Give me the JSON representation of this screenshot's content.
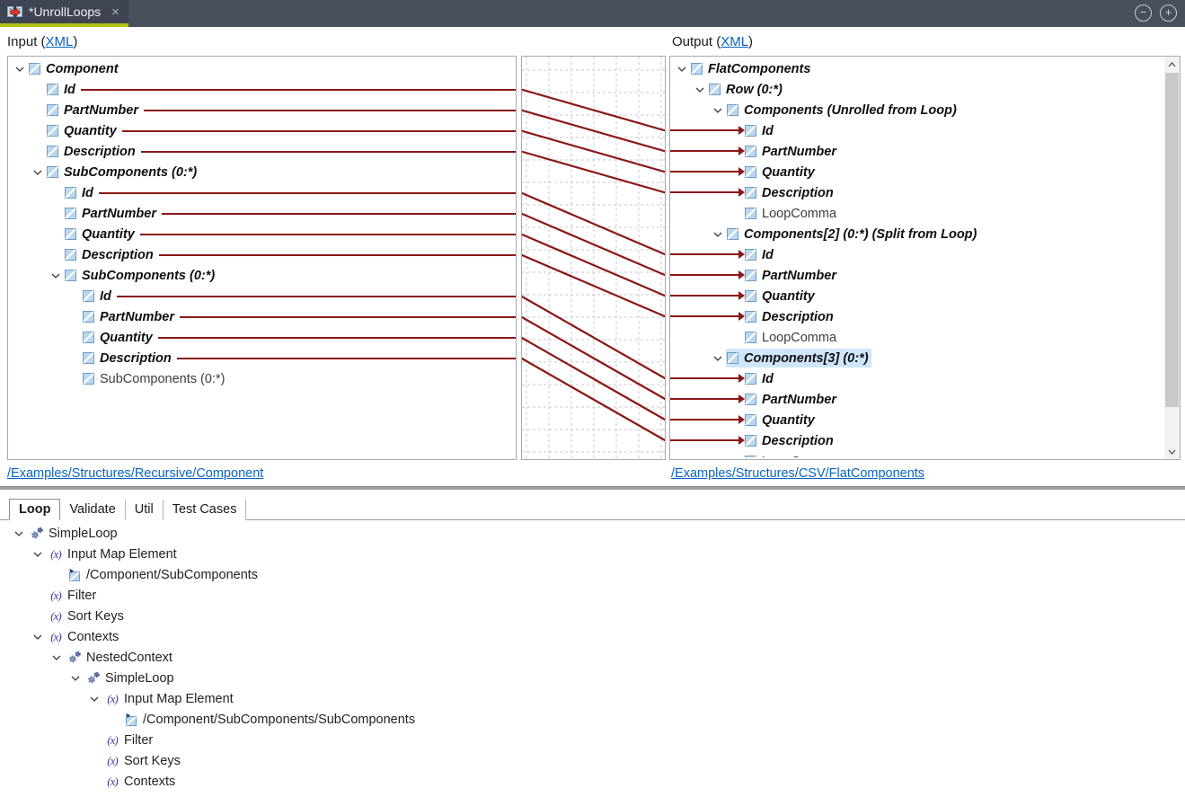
{
  "window": {
    "tab_title": "*UnrollLoops",
    "close_label": "×",
    "zoom_out_label": "−",
    "zoom_in_label": "+"
  },
  "headers": {
    "input_prefix": "Input (",
    "input_link": "XML",
    "input_suffix": ")",
    "output_prefix": "Output (",
    "output_link": "XML",
    "output_suffix": ")"
  },
  "source_links": {
    "input": "/Examples/Structures/Recursive/Component",
    "output": "/Examples/Structures/CSV/FlatComponents"
  },
  "colors": {
    "accent_underline": "#b2c116",
    "map_line": "#8b1717",
    "link": "#0a63c2",
    "selection": "#cfe5fa",
    "titlebar_bg": "#49505d"
  },
  "input_tree": {
    "rows": [
      {
        "indent": 0,
        "expander": true,
        "icon": "element-icon",
        "label": "Component",
        "mapped": true,
        "line": false
      },
      {
        "indent": 1,
        "expander": false,
        "icon": "element-icon",
        "label": "Id",
        "mapped": true,
        "line": true
      },
      {
        "indent": 1,
        "expander": false,
        "icon": "element-icon",
        "label": "PartNumber",
        "mapped": true,
        "line": true
      },
      {
        "indent": 1,
        "expander": false,
        "icon": "element-icon",
        "label": "Quantity",
        "mapped": true,
        "line": true
      },
      {
        "indent": 1,
        "expander": false,
        "icon": "element-icon",
        "label": "Description",
        "mapped": true,
        "line": true
      },
      {
        "indent": 1,
        "expander": true,
        "icon": "element-icon",
        "label": "SubComponents (0:*)",
        "mapped": true,
        "line": false
      },
      {
        "indent": 2,
        "expander": false,
        "icon": "element-icon",
        "label": "Id",
        "mapped": true,
        "line": true
      },
      {
        "indent": 2,
        "expander": false,
        "icon": "element-icon",
        "label": "PartNumber",
        "mapped": true,
        "line": true
      },
      {
        "indent": 2,
        "expander": false,
        "icon": "element-icon",
        "label": "Quantity",
        "mapped": true,
        "line": true
      },
      {
        "indent": 2,
        "expander": false,
        "icon": "element-icon",
        "label": "Description",
        "mapped": true,
        "line": true
      },
      {
        "indent": 2,
        "expander": true,
        "icon": "element-icon",
        "label": "SubComponents (0:*)",
        "mapped": true,
        "line": false
      },
      {
        "indent": 3,
        "expander": false,
        "icon": "element-icon",
        "label": "Id",
        "mapped": true,
        "line": true
      },
      {
        "indent": 3,
        "expander": false,
        "icon": "element-icon",
        "label": "PartNumber",
        "mapped": true,
        "line": true
      },
      {
        "indent": 3,
        "expander": false,
        "icon": "element-icon",
        "label": "Quantity",
        "mapped": true,
        "line": true
      },
      {
        "indent": 3,
        "expander": false,
        "icon": "element-icon",
        "label": "Description",
        "mapped": true,
        "line": true
      },
      {
        "indent": 3,
        "expander": false,
        "icon": "element-icon",
        "label": "SubComponents (0:*)",
        "mapped": false,
        "line": false
      }
    ]
  },
  "output_tree": {
    "rows": [
      {
        "indent": 0,
        "expander": true,
        "icon": "element-icon",
        "label": "FlatComponents",
        "mapped": true
      },
      {
        "indent": 1,
        "expander": true,
        "icon": "element-icon",
        "label": "Row (0:*)",
        "mapped": true
      },
      {
        "indent": 2,
        "expander": true,
        "icon": "element-icon",
        "label": "Components (Unrolled from Loop)",
        "mapped": true
      },
      {
        "indent": 3,
        "expander": false,
        "icon": "element-icon",
        "label": "Id",
        "mapped": true,
        "arrow": true
      },
      {
        "indent": 3,
        "expander": false,
        "icon": "element-icon",
        "label": "PartNumber",
        "mapped": true,
        "arrow": true
      },
      {
        "indent": 3,
        "expander": false,
        "icon": "element-icon",
        "label": "Quantity",
        "mapped": true,
        "arrow": true
      },
      {
        "indent": 3,
        "expander": false,
        "icon": "element-icon",
        "label": "Description",
        "mapped": true,
        "arrow": true
      },
      {
        "indent": 3,
        "expander": false,
        "icon": "element-icon",
        "label": "LoopComma",
        "mapped": false
      },
      {
        "indent": 2,
        "expander": true,
        "icon": "element-icon",
        "label": "Components[2] (0:*) (Split from Loop)",
        "mapped": true
      },
      {
        "indent": 3,
        "expander": false,
        "icon": "element-icon",
        "label": "Id",
        "mapped": true,
        "arrow": true
      },
      {
        "indent": 3,
        "expander": false,
        "icon": "element-icon",
        "label": "PartNumber",
        "mapped": true,
        "arrow": true
      },
      {
        "indent": 3,
        "expander": false,
        "icon": "element-icon",
        "label": "Quantity",
        "mapped": true,
        "arrow": true
      },
      {
        "indent": 3,
        "expander": false,
        "icon": "element-icon",
        "label": "Description",
        "mapped": true,
        "arrow": true
      },
      {
        "indent": 3,
        "expander": false,
        "icon": "element-icon",
        "label": "LoopComma",
        "mapped": false
      },
      {
        "indent": 2,
        "expander": true,
        "icon": "element-icon",
        "label": "Components[3] (0:*)",
        "mapped": true,
        "selected": true
      },
      {
        "indent": 3,
        "expander": false,
        "icon": "element-icon",
        "label": "Id",
        "mapped": true,
        "arrow": true
      },
      {
        "indent": 3,
        "expander": false,
        "icon": "element-icon",
        "label": "PartNumber",
        "mapped": true,
        "arrow": true
      },
      {
        "indent": 3,
        "expander": false,
        "icon": "element-icon",
        "label": "Quantity",
        "mapped": true,
        "arrow": true
      },
      {
        "indent": 3,
        "expander": false,
        "icon": "element-icon",
        "label": "Description",
        "mapped": true,
        "arrow": true
      },
      {
        "indent": 3,
        "expander": false,
        "icon": "element-icon",
        "label": "LoopComma",
        "mapped": false
      }
    ]
  },
  "connections": [
    [
      1,
      3
    ],
    [
      2,
      4
    ],
    [
      3,
      5
    ],
    [
      4,
      6
    ],
    [
      6,
      9
    ],
    [
      7,
      10
    ],
    [
      8,
      11
    ],
    [
      9,
      12
    ],
    [
      11,
      15
    ],
    [
      12,
      16
    ],
    [
      13,
      17
    ],
    [
      14,
      18
    ]
  ],
  "bottom_tabs": {
    "tabs": [
      "Loop",
      "Validate",
      "Util",
      "Test Cases"
    ],
    "active": "Loop"
  },
  "loop_tree": {
    "rows": [
      {
        "indent": 0,
        "expander": true,
        "icon": "loop-gears-icon",
        "label": "SimpleLoop"
      },
      {
        "indent": 1,
        "expander": true,
        "icon": "function-icon",
        "label": "Input Map Element"
      },
      {
        "indent": 2,
        "expander": false,
        "icon": "xpath-element-icon",
        "label": "/Component/SubComponents"
      },
      {
        "indent": 1,
        "expander": false,
        "icon": "function-icon",
        "label": "Filter"
      },
      {
        "indent": 1,
        "expander": false,
        "icon": "function-icon",
        "label": "Sort Keys"
      },
      {
        "indent": 1,
        "expander": true,
        "icon": "function-icon",
        "label": "Contexts"
      },
      {
        "indent": 2,
        "expander": true,
        "icon": "loop-gears-icon",
        "label": "NestedContext"
      },
      {
        "indent": 3,
        "expander": true,
        "icon": "loop-gears-icon",
        "label": "SimpleLoop"
      },
      {
        "indent": 4,
        "expander": true,
        "icon": "function-icon",
        "label": "Input Map Element"
      },
      {
        "indent": 5,
        "expander": false,
        "icon": "xpath-element-icon",
        "label": "/Component/SubComponents/SubComponents"
      },
      {
        "indent": 4,
        "expander": false,
        "icon": "function-icon",
        "label": "Filter"
      },
      {
        "indent": 4,
        "expander": false,
        "icon": "function-icon",
        "label": "Sort Keys"
      },
      {
        "indent": 4,
        "expander": false,
        "icon": "function-icon",
        "label": "Contexts"
      }
    ]
  }
}
